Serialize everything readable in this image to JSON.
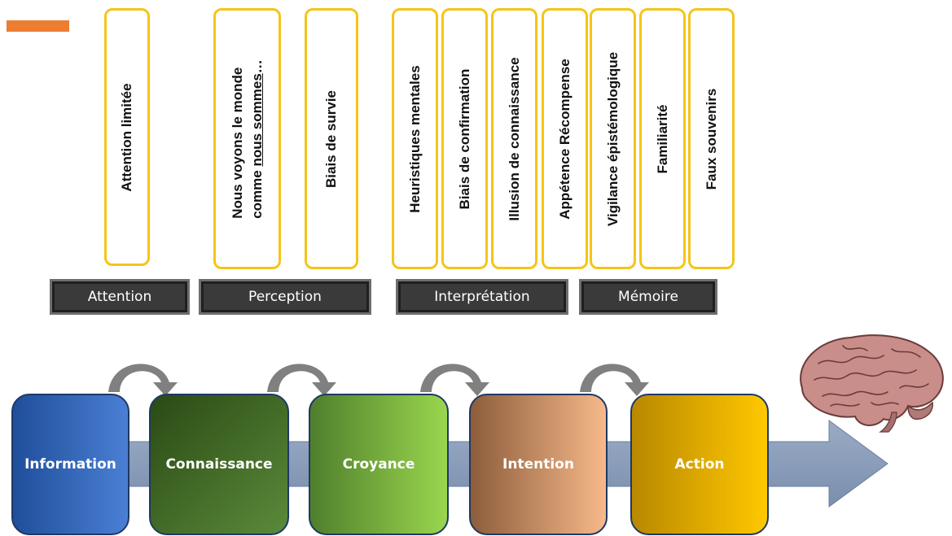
{
  "bias_cards": [
    {
      "text": "Attention limitée"
    },
    {
      "line1": "Nous voyons le monde",
      "line2_pre": "comme ",
      "line2_underlined": "nous sommes",
      "line2_post": "…"
    },
    {
      "text": "Biais de survie"
    },
    {
      "text": "Heuristiques mentales"
    },
    {
      "text": "Biais de confirmation"
    },
    {
      "text": "Illusion de connaissance"
    },
    {
      "text": "Appétence Récompense"
    },
    {
      "text": "Vigilance épistémologique"
    },
    {
      "text": "Familiarité"
    },
    {
      "text": "Faux souvenirs"
    }
  ],
  "stages": [
    "Attention",
    "Perception",
    "Interprétation",
    "Mémoire"
  ],
  "steps": [
    "Information",
    "Connaissance",
    "Croyance",
    "Intention",
    "Action"
  ],
  "colors": {
    "accent": "#ed7d31",
    "card_border": "#f5c518",
    "stage_bg": "#3a3a3a",
    "arrow": "#8497b0",
    "loop_arrow": "#7f7f7f",
    "step_information": [
      "#1f4e9a",
      "#4472c4"
    ],
    "step_connaissance": [
      "#2e4f1a",
      "#548235"
    ],
    "step_croyance": [
      "#548235",
      "#92d050"
    ],
    "step_intention": [
      "#8d5d3b",
      "#f4b183"
    ],
    "step_action": [
      "#c09000",
      "#ffc000"
    ]
  },
  "icons": {
    "brain": "brain-icon"
  }
}
